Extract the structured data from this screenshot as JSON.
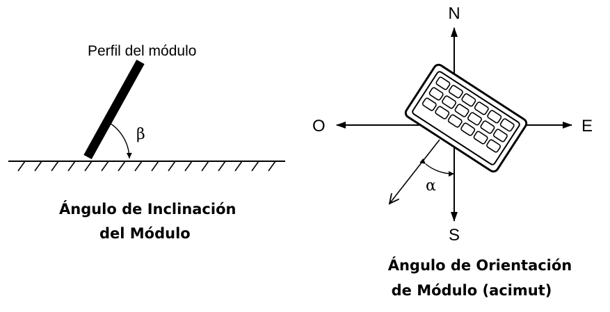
{
  "tilt_diagram": {
    "profile_label": "Perfil del módulo",
    "angle_symbol": "β",
    "caption_line1": "Ángulo de Inclinación",
    "caption_line2": "del Módulo"
  },
  "azimuth_diagram": {
    "north": "N",
    "south": "S",
    "east": "E",
    "west": "O",
    "angle_symbol": "α",
    "caption_line1": "Ángulo de Orientación",
    "caption_line2": "de Módulo (acimut)"
  },
  "colors": {
    "ink": "#000000",
    "background": "#ffffff"
  }
}
